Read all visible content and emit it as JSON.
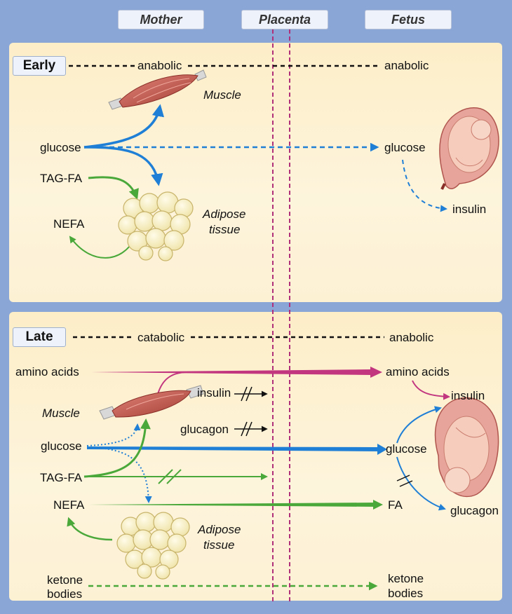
{
  "headers": {
    "mother": "Mother",
    "placenta": "Placenta",
    "fetus": "Fetus"
  },
  "early": {
    "stage": "Early",
    "mother_state": "anabolic",
    "fetus_state": "anabolic",
    "muscle": "Muscle",
    "glucose": "glucose",
    "tagfa": "TAG-FA",
    "nefa": "NEFA",
    "adipose_line1": "Adipose",
    "adipose_line2": "tissue",
    "fetal_glucose": "glucose",
    "fetal_insulin": "insulin"
  },
  "late": {
    "stage": "Late",
    "mother_state": "catabolic",
    "fetus_state": "anabolic",
    "amino_acids": "amino acids",
    "muscle": "Muscle",
    "insulin": "insulin",
    "glucagon": "glucagon",
    "glucose": "glucose",
    "tagfa": "TAG-FA",
    "nefa": "NEFA",
    "adipose_line1": "Adipose",
    "adipose_line2": "tissue",
    "ketone_line1": "ketone",
    "ketone_line2": "bodies",
    "fetal_amino_acids": "amino acids",
    "fetal_insulin": "insulin",
    "fetal_glucose": "glucose",
    "fetal_fa": "FA",
    "fetal_glucagon": "glucagon",
    "fetal_ketone_line1": "ketone",
    "fetal_ketone_line2": "bodies"
  },
  "colors": {
    "glucose": "#1f7fd6",
    "lipid": "#4aa83a",
    "amino": "#c2357f",
    "placenta": "#b0307a"
  }
}
